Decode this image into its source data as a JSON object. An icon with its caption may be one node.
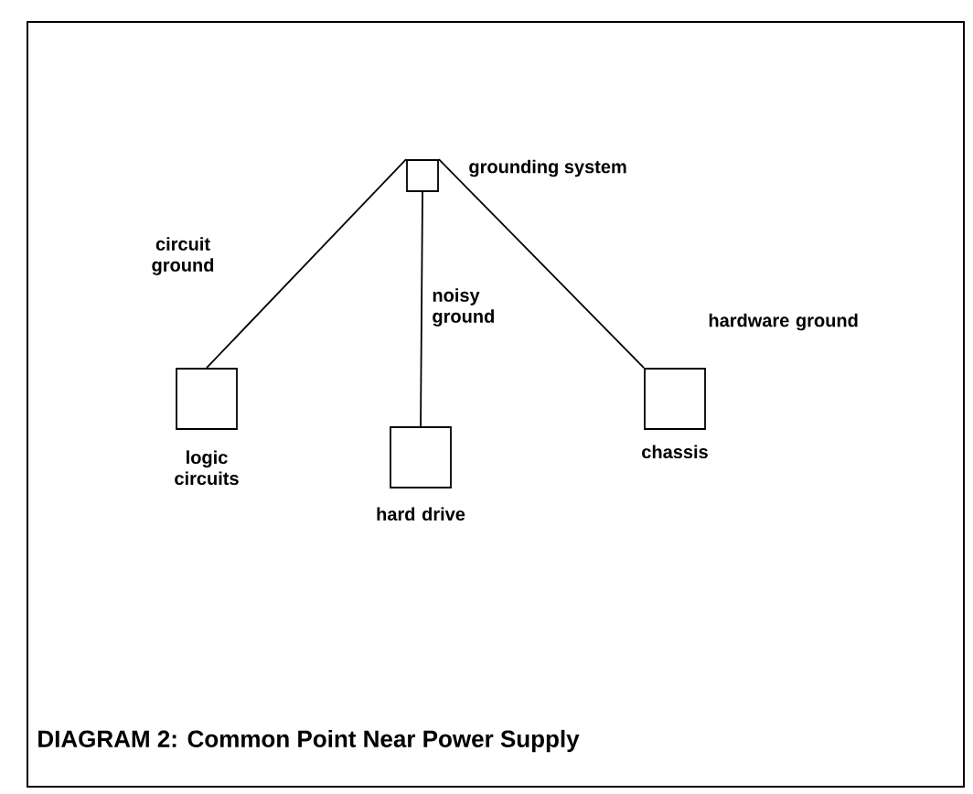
{
  "diagram": {
    "caption": "DIAGRAM 2: Common Point Near Power Supply",
    "nodes": [
      {
        "text": [],
        "shape": "box",
        "beside": [
          "grounding system"
        ]
      },
      {
        "text": [
          "logic circuits"
        ]
      },
      {
        "text": [
          "hard drive"
        ]
      },
      {
        "text": [
          "chassis"
        ]
      }
    ],
    "edges": [
      {
        "from": 0,
        "to": 1,
        "arrow": "none",
        "label": "circuit ground"
      },
      {
        "from": 0,
        "to": 2,
        "arrow": "none",
        "label": "noisy ground"
      },
      {
        "from": 0,
        "to": 3,
        "arrow": "none",
        "label": "hardware ground"
      }
    ]
  }
}
